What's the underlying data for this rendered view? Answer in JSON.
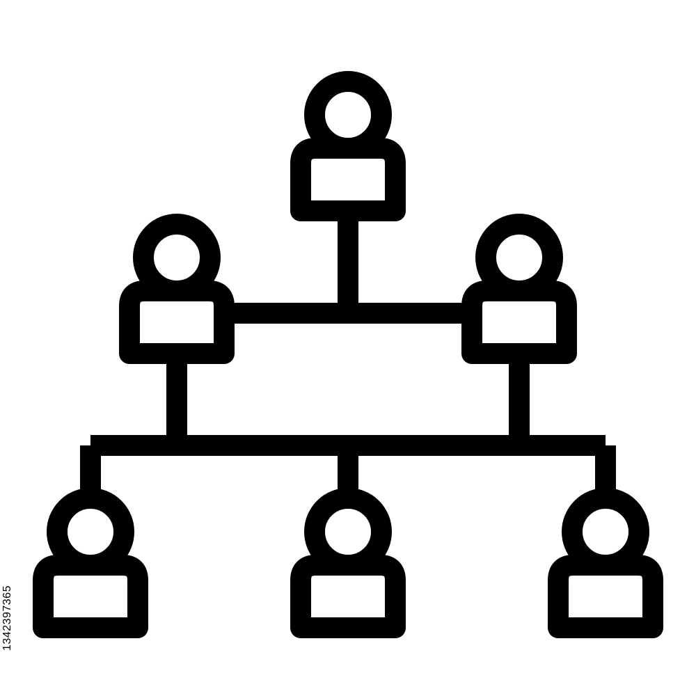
{
  "diagram": {
    "type": "org-chart",
    "stroke_color": "#000000",
    "background_color": "#ffffff",
    "levels": [
      {
        "level": 1,
        "nodes": [
          "person-top"
        ]
      },
      {
        "level": 2,
        "nodes": [
          "person-mid-left",
          "person-mid-right"
        ]
      },
      {
        "level": 3,
        "nodes": [
          "person-bottom-left",
          "person-bottom-center",
          "person-bottom-right"
        ]
      }
    ],
    "icon": "person-icon"
  },
  "watermark": {
    "id_text": "1342397365"
  }
}
